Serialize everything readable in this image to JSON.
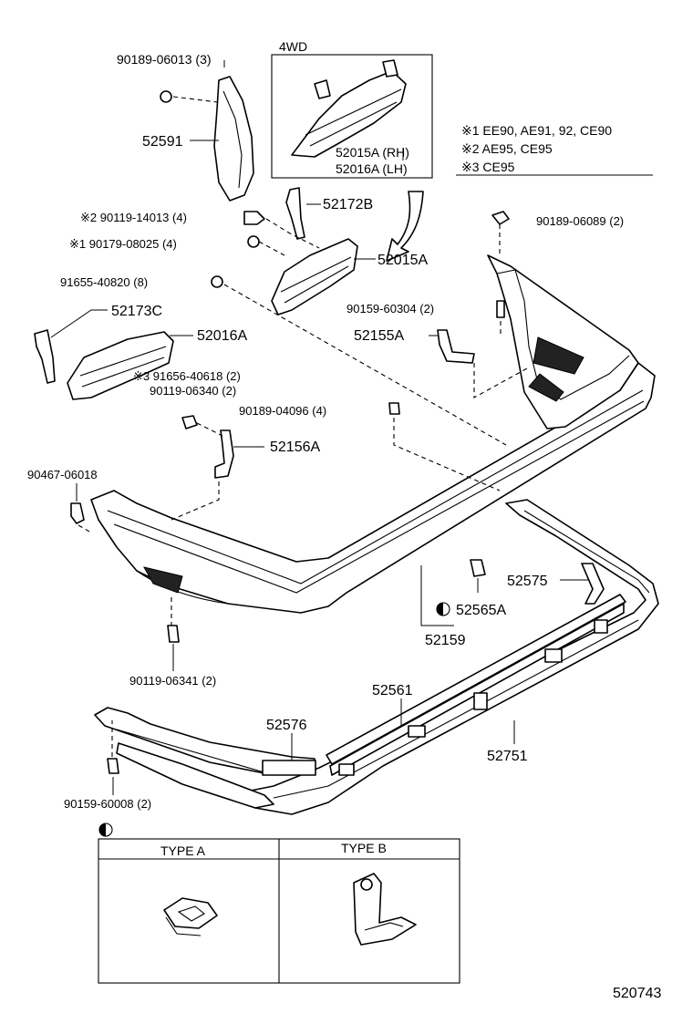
{
  "labels": {
    "bolt_90189_06013": "90189-06013 (3)",
    "part_52591": "52591",
    "box_4wd": "4WD",
    "part_52015A_rh": "52015A (RH)",
    "part_52016A_lh": "52016A (LH)",
    "note1": "※1 EE90, AE91, 92, CE90",
    "note2": "※2 AE95, CE95",
    "note3": "※3 CE95",
    "bolt_90119_14013": "※2 90119-14013 (4)",
    "part_52172B": "52172B",
    "nut_90179_08025": "※1 90179-08025 (4)",
    "clip_90189_06089": "90189-06089 (2)",
    "part_52015A": "52015A",
    "nut_91655_40820": "91655-40820 (8)",
    "bolt_90159_60304": "90159-60304 (2)",
    "part_52173C": "52173C",
    "part_52016A": "52016A",
    "part_52155A": "52155A",
    "nut_91656_40618": "※3 91656-40618 (2)",
    "bolt_90119_06340": "90119-06340 (2)",
    "clip_90189_04096": "90189-04096 (4)",
    "part_52156A": "52156A",
    "screw_90467_06018": "90467-06018",
    "part_52575": "52575",
    "part_52565A": "52565A",
    "part_52159": "52159",
    "bolt_90119_06341": "90119-06341 (2)",
    "part_52561": "52561",
    "part_52576": "52576",
    "part_52751": "52751",
    "bolt_90159_60008": "90159-60008 (2)",
    "type_a": "TYPE A",
    "type_b": "TYPE B",
    "diagram_number": "520743"
  }
}
